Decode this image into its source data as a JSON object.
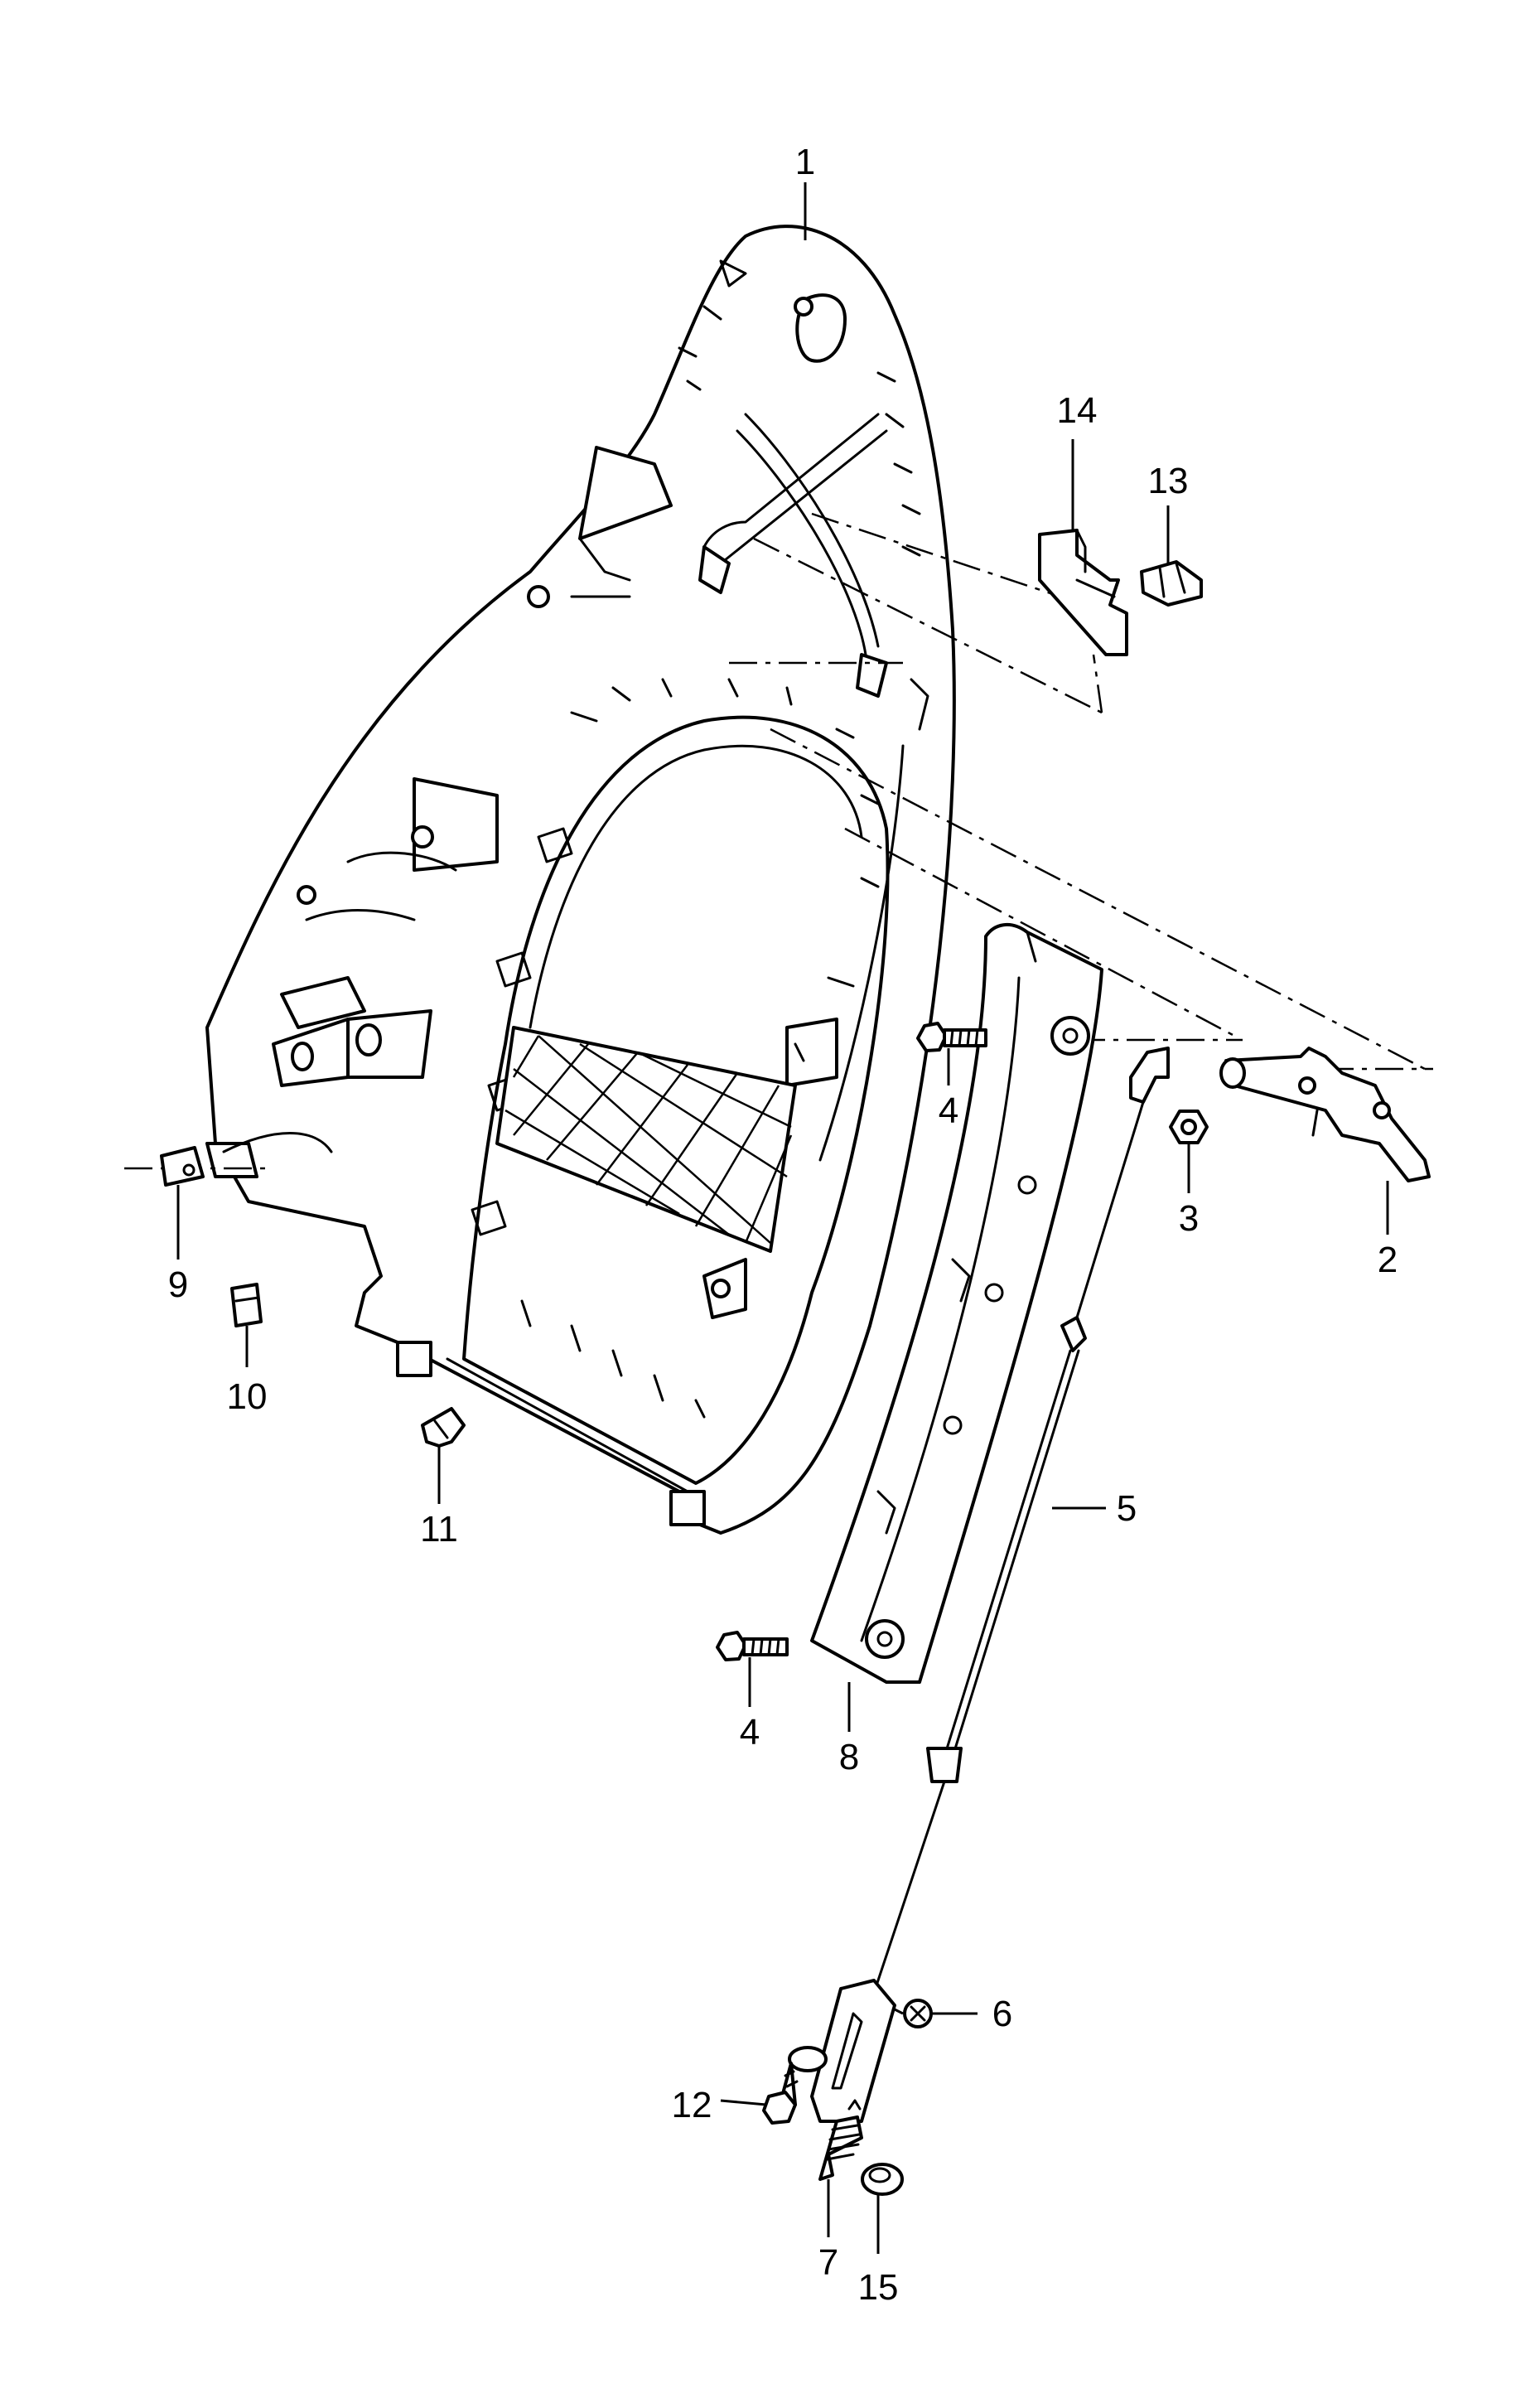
{
  "callouts": {
    "c1": "1",
    "c2": "2",
    "c3": "3",
    "c4a": "4",
    "c4b": "4",
    "c5": "5",
    "c6": "6",
    "c7": "7",
    "c8": "8",
    "c9": "9",
    "c10": "10",
    "c11": "11",
    "c12": "12",
    "c13": "13",
    "c14": "14",
    "c15": "15"
  }
}
